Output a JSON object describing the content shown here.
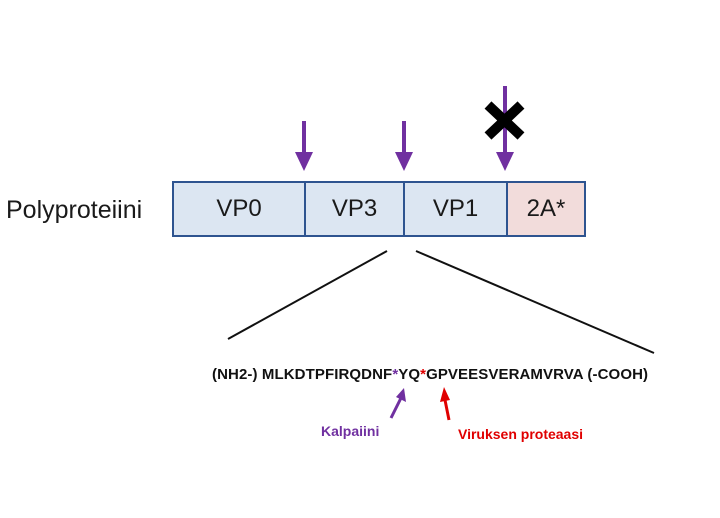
{
  "label": "Polyproteiini",
  "segments": [
    {
      "label": "VP0",
      "fill": "#dce6f2"
    },
    {
      "label": "VP3",
      "fill": "#dce6f2"
    },
    {
      "label": "VP1",
      "fill": "#dce6f2"
    },
    {
      "label": "2A*",
      "fill": "#f2dcdb"
    }
  ],
  "colors": {
    "border": "#2e5490",
    "arrow": "#7030a0",
    "red": "#e00000",
    "cross": "#000000"
  },
  "sequence": {
    "start": "(NH2-) MLKDTPFIRQDNF",
    "star1": "*",
    "middle": "YQ",
    "star2": "*",
    "end": "GPVEESVERAMVRVA  (-COOH)"
  },
  "annotations": {
    "calpain": "Kalpaiini",
    "viral_protease": "Viruksen proteaasi"
  }
}
